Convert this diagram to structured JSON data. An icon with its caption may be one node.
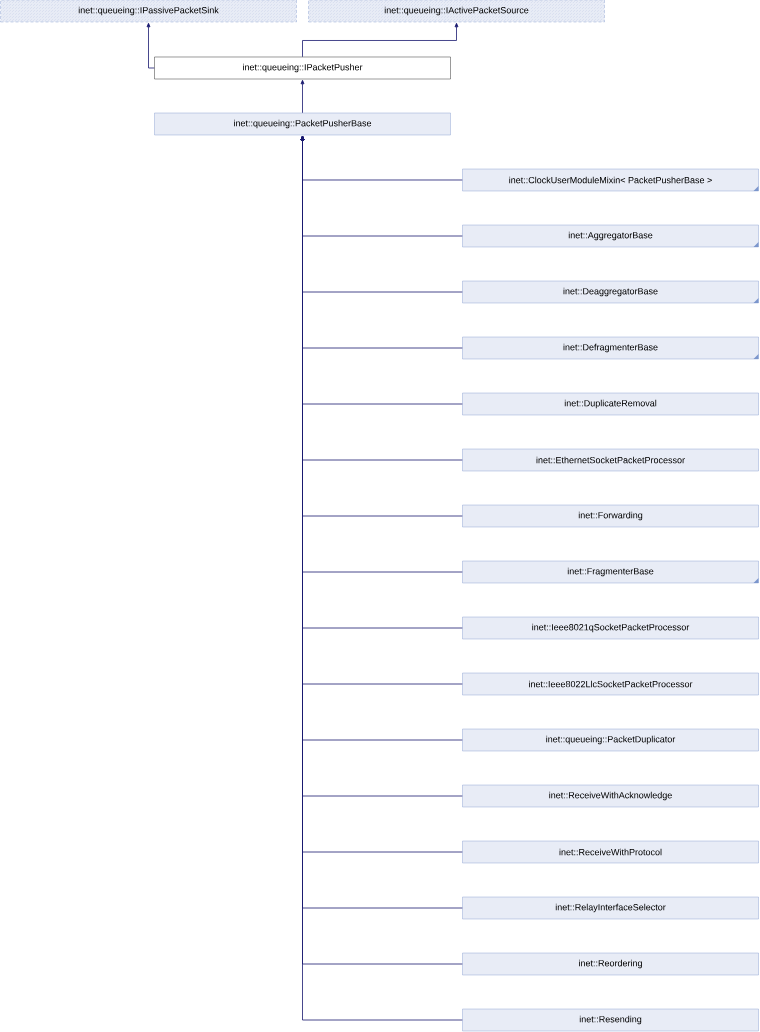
{
  "diagram": {
    "nodes": [
      {
        "text": [
          "inet::queueing::IPassivePacketSink"
        ]
      },
      {
        "text": [
          "inet::queueing::IActivePacketSource"
        ]
      },
      {
        "text": [
          "inet::queueing::IPacketPusher"
        ]
      },
      {
        "text": [
          "inet::queueing::PacketPusherBase"
        ]
      },
      {
        "text": [
          "inet::ClockUserModuleMixin< PacketPusherBase >"
        ]
      },
      {
        "text": [
          "inet::AggregatorBase"
        ]
      },
      {
        "text": [
          "inet::DeaggregatorBase"
        ]
      },
      {
        "text": [
          "inet::DefragmenterBase"
        ]
      },
      {
        "text": [
          "inet::DuplicateRemoval"
        ]
      },
      {
        "text": [
          "inet::EthernetSocketPacketProcessor"
        ]
      },
      {
        "text": [
          "inet::Forwarding"
        ]
      },
      {
        "text": [
          "inet::FragmenterBase"
        ]
      },
      {
        "text": [
          "inet::Ieee8021qSocketPacketProcessor"
        ]
      },
      {
        "text": [
          "inet::Ieee8022LlcSocketPacketProcessor"
        ]
      },
      {
        "text": [
          "inet::queueing::PacketDuplicator"
        ]
      },
      {
        "text": [
          "inet::ReceiveWithAcknowledge"
        ]
      },
      {
        "text": [
          "inet::ReceiveWithProtocol"
        ]
      },
      {
        "text": [
          "inet::RelayInterfaceSelector"
        ]
      },
      {
        "text": [
          "inet::Reordering"
        ]
      },
      {
        "text": [
          "inet::Resending"
        ]
      }
    ],
    "edges": [
      {
        "from": 2,
        "to": 0,
        "arrow": "to"
      },
      {
        "from": 2,
        "to": 1,
        "arrow": "to"
      },
      {
        "from": 3,
        "to": 2,
        "arrow": "to"
      },
      {
        "from": 4,
        "to": 3,
        "arrow": "to"
      },
      {
        "from": 5,
        "to": 3,
        "arrow": "to"
      },
      {
        "from": 6,
        "to": 3,
        "arrow": "to"
      },
      {
        "from": 7,
        "to": 3,
        "arrow": "to"
      },
      {
        "from": 8,
        "to": 3,
        "arrow": "to"
      },
      {
        "from": 9,
        "to": 3,
        "arrow": "to"
      },
      {
        "from": 10,
        "to": 3,
        "arrow": "to"
      },
      {
        "from": 11,
        "to": 3,
        "arrow": "to"
      },
      {
        "from": 12,
        "to": 3,
        "arrow": "to"
      },
      {
        "from": 13,
        "to": 3,
        "arrow": "to"
      },
      {
        "from": 14,
        "to": 3,
        "arrow": "to"
      },
      {
        "from": 15,
        "to": 3,
        "arrow": "to"
      },
      {
        "from": 16,
        "to": 3,
        "arrow": "to"
      },
      {
        "from": 17,
        "to": 3,
        "arrow": "to"
      },
      {
        "from": 18,
        "to": 3,
        "arrow": "to"
      },
      {
        "from": 19,
        "to": 3,
        "arrow": "to"
      }
    ]
  }
}
